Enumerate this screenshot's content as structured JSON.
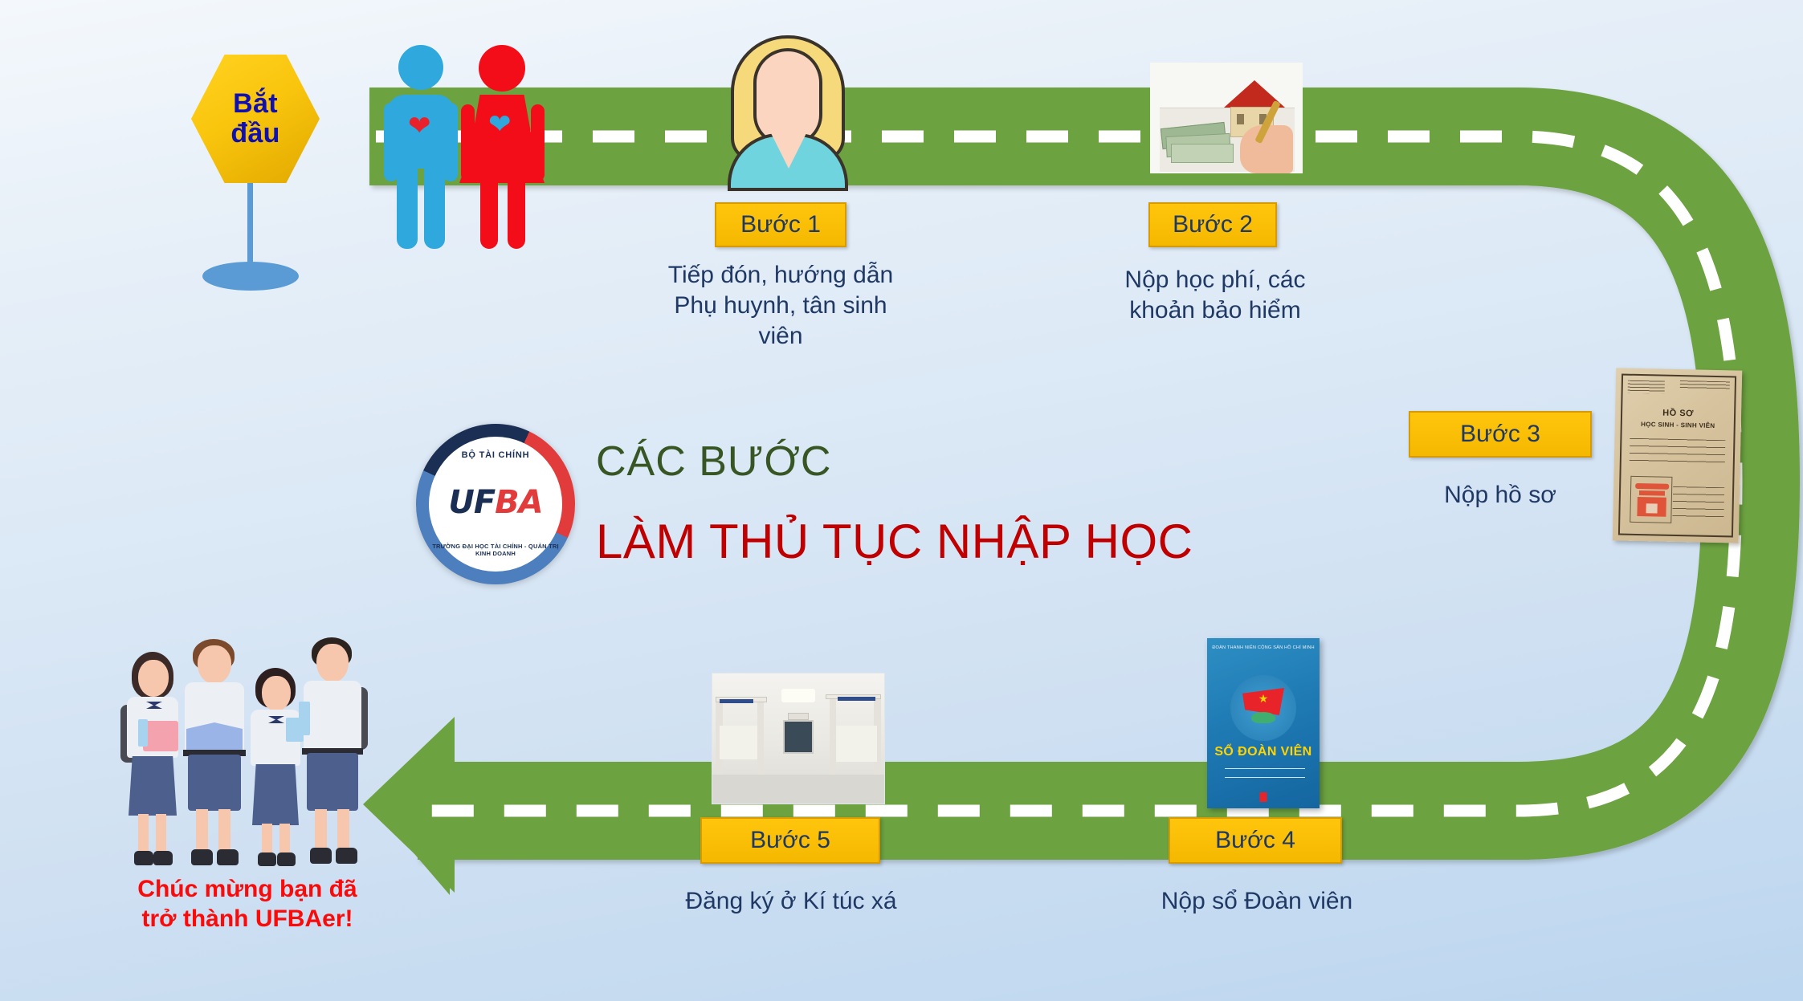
{
  "poster": {
    "title_line1": "CÁC BƯỚC",
    "title_line2": "LÀM THỦ TỤC NHẬP HỌC",
    "start_label_line1": "Bắt",
    "start_label_line2": "đầu",
    "congrats_line1": "Chúc mừng bạn đã",
    "congrats_line2": "trở thành UFBAer!"
  },
  "logo": {
    "top_arc_text": "BỘ TÀI CHÍNH",
    "bottom_arc_text": "TRƯỜNG ĐẠI HỌC TÀI CHÍNH - QUẢN TRỊ KINH DOANH",
    "wordmark_part1": "UF",
    "wordmark_part2": "BA"
  },
  "steps": [
    {
      "badge": "Bước 1",
      "desc": "Tiếp đón, hướng dẫn\nPhụ huynh, tân sinh\nviên",
      "icon": "parents-and-staff-icon"
    },
    {
      "badge": "Bước 2",
      "desc": "Nộp học phí, các\nkhoản bảo hiểm",
      "icon": "money-house-photo"
    },
    {
      "badge": "Bước 3",
      "desc": "Nộp hồ sơ",
      "icon": "student-file-photo"
    },
    {
      "badge": "Bước 4",
      "desc": "Nộp sổ Đoàn viên",
      "icon": "youth-union-book-photo"
    },
    {
      "badge": "Bước 5",
      "desc": "Đăng ký ở Kí túc xá",
      "icon": "dormitory-photo"
    }
  ],
  "artwork": {
    "document": {
      "title": "HỒ SƠ",
      "subtitle": "HỌC SINH - SINH VIÊN"
    },
    "book": {
      "header": "ĐOÀN THANH NIÊN CỘNG SẢN HỒ CHÍ MINH",
      "title": "SỔ ĐOÀN VIÊN"
    }
  },
  "colors": {
    "road_green": "#71a544",
    "badge_yellow": "#f5b800",
    "badge_border": "#d79b00",
    "text_navy": "#1f3864",
    "title_green": "#375623",
    "title_red": "#c00000",
    "congrats_red": "#fb0a0a",
    "start_blue": "#1010b0",
    "background_blue": "#cfe0f2"
  }
}
